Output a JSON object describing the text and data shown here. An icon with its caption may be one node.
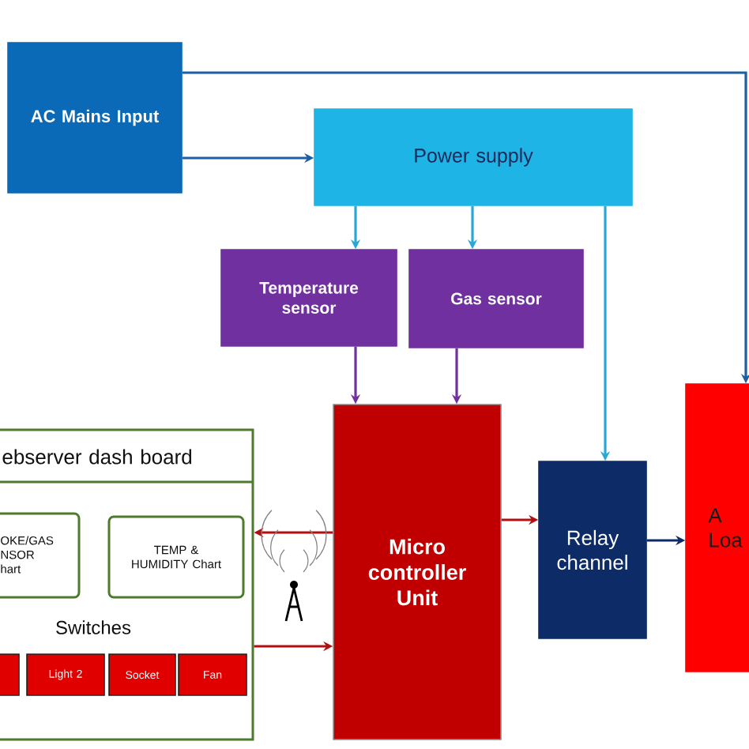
{
  "diagram": {
    "nodes": [
      {
        "text": [
          "AC Mains Input"
        ]
      },
      {
        "text": [
          "Power supply"
        ]
      },
      {
        "text": [
          "Temperature sensor"
        ]
      },
      {
        "text": [
          "Gas sensor"
        ]
      },
      {
        "text": [
          "Micro controller Unit"
        ]
      },
      {
        "text": [
          "Relay channel"
        ]
      },
      {
        "text": [
          "A Loa"
        ]
      },
      {
        "text": [
          "ebserver dash board",
          "Switches"
        ]
      },
      {
        "text": [
          "OKE/GAS NSOR hart"
        ],
        "in": 7
      },
      {
        "text": [
          "TEMP & HUMIDITY Chart"
        ],
        "in": 7
      },
      {
        "text": [],
        "shape": "box",
        "in": 7
      },
      {
        "text": [
          "Light 2"
        ],
        "in": 7
      },
      {
        "text": [
          "Socket"
        ],
        "in": 7
      },
      {
        "text": [
          "Fan"
        ],
        "in": 7
      }
    ],
    "edges": [
      {
        "from": 0,
        "to": 1,
        "arrow": "to",
        "color": "#1d5fa0"
      },
      {
        "from": 0,
        "to": 6,
        "arrow": "to",
        "color": "#1d5fa0"
      },
      {
        "from": 1,
        "to": 2,
        "arrow": "to",
        "color": "#29a8d8"
      },
      {
        "from": 1,
        "to": 3,
        "arrow": "to",
        "color": "#29a8d8"
      },
      {
        "from": 1,
        "to": 5,
        "arrow": "to",
        "color": "#29a8d8"
      },
      {
        "from": 2,
        "to": 4,
        "arrow": "to",
        "color": "#7030a0"
      },
      {
        "from": 3,
        "to": 4,
        "arrow": "to",
        "color": "#7030a0"
      },
      {
        "from": 4,
        "to": 7,
        "arrow": "to",
        "color": "#b01010"
      },
      {
        "from": 7,
        "to": 4,
        "arrow": "to",
        "color": "#b01010"
      },
      {
        "from": 4,
        "to": 5,
        "arrow": "to",
        "color": "#b01010"
      },
      {
        "from": 5,
        "to": 6,
        "arrow": "to",
        "color": "#0d2b66"
      }
    ]
  }
}
